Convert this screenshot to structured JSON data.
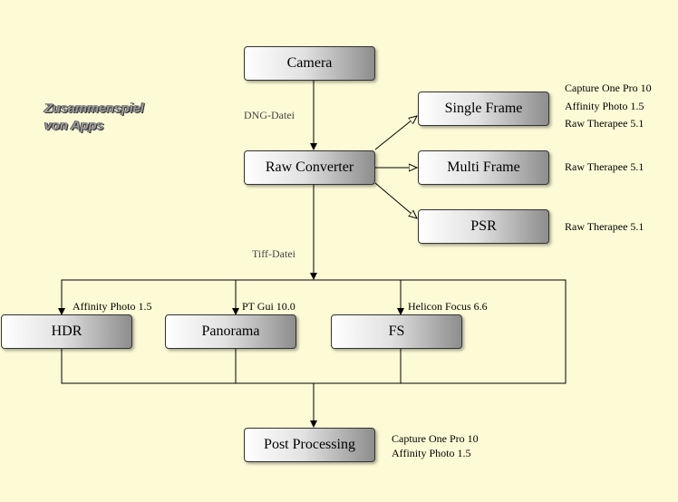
{
  "title": {
    "line1": "Zusammenspiel",
    "line2": "von Apps"
  },
  "nodes": {
    "camera": "Camera",
    "raw_converter": "Raw Converter",
    "single_frame": "Single Frame",
    "multi_frame": "Multi Frame",
    "psr": "PSR",
    "hdr": "HDR",
    "panorama": "Panorama",
    "fs": "FS",
    "post_processing": "Post Processing"
  },
  "edge_labels": {
    "dng": "DNG-Datei",
    "tiff": "Tiff-Datei"
  },
  "apps": {
    "single_frame": [
      "Capture One Pro 10",
      "Affinity Photo 1.5",
      "Raw Therapee 5.1"
    ],
    "multi_frame": [
      "Raw Therapee 5.1"
    ],
    "psr": [
      "Raw Therapee 5.1"
    ],
    "hdr": "Affinity Photo 1.5",
    "panorama": "PT Gui 10.0",
    "fs": "Helicon Focus 6.6",
    "post_processing": [
      "Capture One Pro 10",
      "Affinity Photo 1.5"
    ]
  }
}
